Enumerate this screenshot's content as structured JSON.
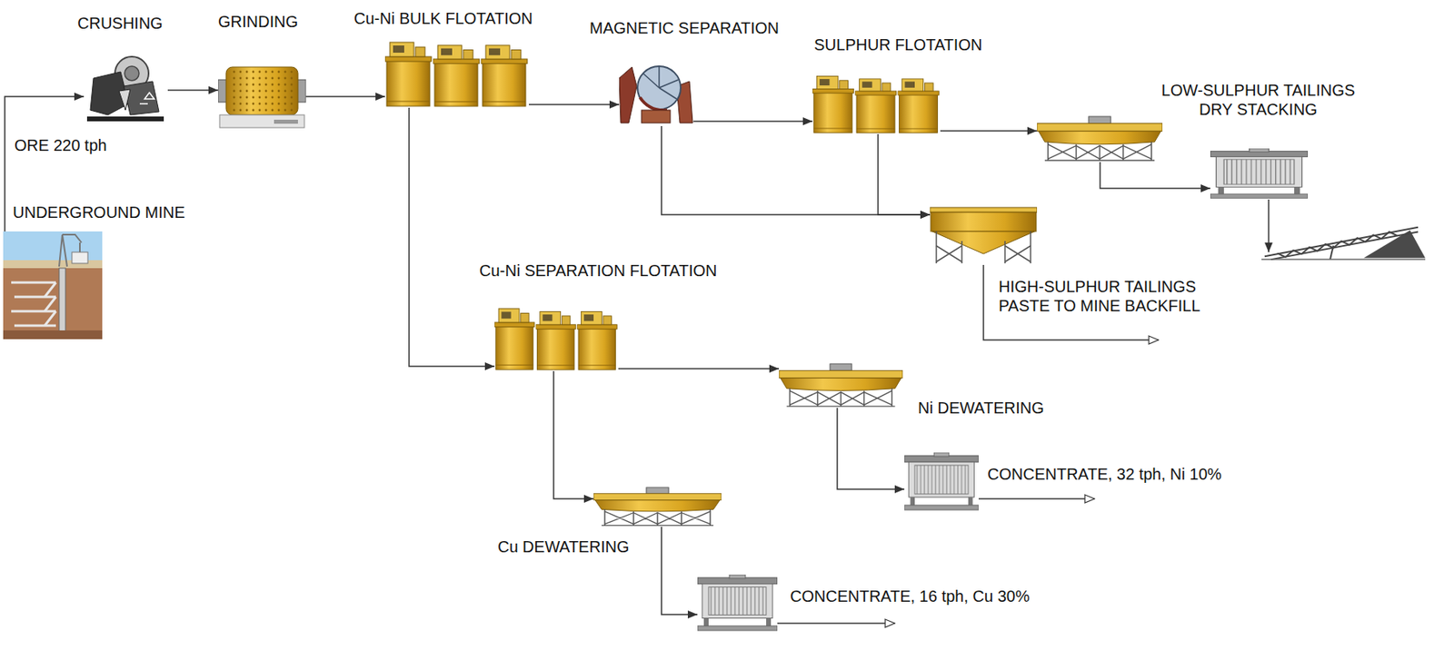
{
  "diagram": {
    "nodes": [
      {
        "text": [
          "UNDERGROUND MINE"
        ]
      },
      {
        "text": [
          "CRUSHING"
        ]
      },
      {
        "text": [
          "GRINDING"
        ]
      },
      {
        "text": [
          "Cu-Ni BULK FLOTATION"
        ]
      },
      {
        "text": [
          "MAGNETIC SEPARATION"
        ]
      },
      {
        "text": [
          "SULPHUR FLOTATION"
        ]
      },
      {
        "text": [
          "LOW-SULPHUR TAILINGS DRY STACKING"
        ]
      },
      {
        "text": [
          "HIGH-SULPHUR TAILINGS PASTE TO MINE BACKFILL"
        ]
      },
      {
        "text": [
          "Cu-Ni SEPARATION FLOTATION"
        ]
      },
      {
        "text": [
          "Ni DEWATERING"
        ]
      },
      {
        "text": [
          "CONCENTRATE, 32 tph, Ni 10%"
        ]
      },
      {
        "text": [
          "Cu DEWATERING"
        ]
      },
      {
        "text": [
          "CONCENTRATE, 16 tph, Cu 30%"
        ]
      }
    ],
    "edges": [
      {
        "from": 0,
        "to": 1,
        "arrow": "to",
        "label": "ORE 220 tph"
      },
      {
        "from": 1,
        "to": 2,
        "arrow": "to"
      },
      {
        "from": 2,
        "to": 3,
        "arrow": "to"
      },
      {
        "from": 3,
        "to": 4,
        "arrow": "to"
      },
      {
        "from": 3,
        "to": 8,
        "arrow": "to"
      },
      {
        "from": 4,
        "to": 5,
        "arrow": "to"
      },
      {
        "from": 4,
        "to": 7,
        "arrow": "to"
      },
      {
        "from": 5,
        "to": 7,
        "arrow": "to"
      },
      {
        "from": 5,
        "to": 6,
        "arrow": "to"
      },
      {
        "from": 8,
        "to": 9,
        "arrow": "to"
      },
      {
        "from": 8,
        "to": 11,
        "arrow": "to"
      },
      {
        "from": 9,
        "to": 10,
        "arrow": "to"
      },
      {
        "from": 11,
        "to": 12,
        "arrow": "to"
      }
    ]
  }
}
